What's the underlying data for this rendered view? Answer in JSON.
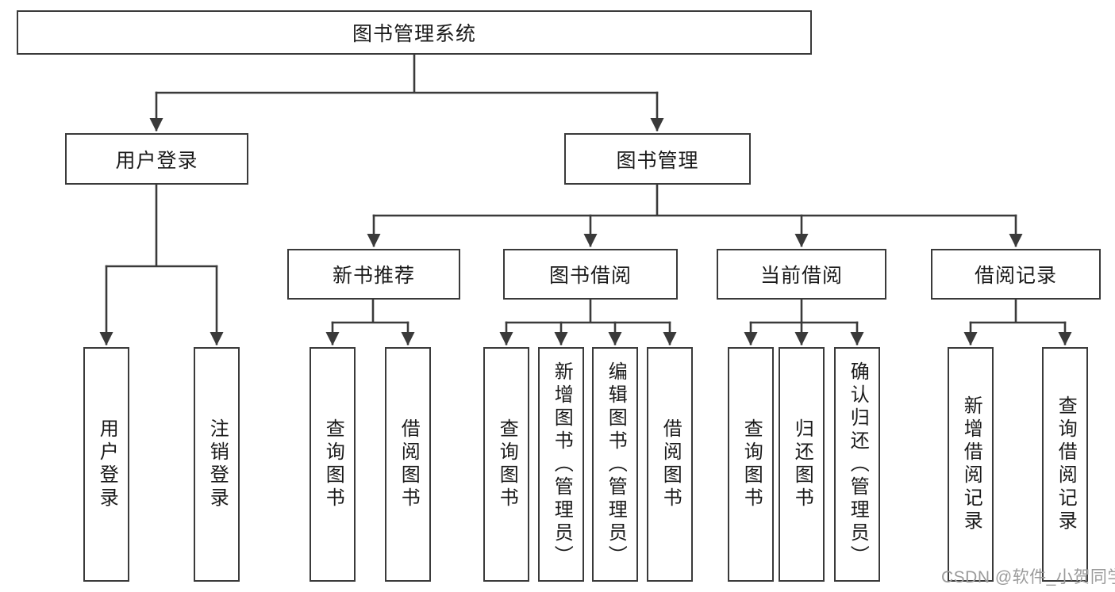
{
  "colors": {
    "line": "#3a3a3a",
    "text": "#1a1a1a",
    "watermark": "#9b9b9b",
    "background": "#ffffff"
  },
  "tree": {
    "label": "图书管理系统",
    "children": [
      {
        "label": "用户登录",
        "children": [
          {
            "label": "用户登录"
          },
          {
            "label": "注销登录"
          }
        ]
      },
      {
        "label": "图书管理",
        "children": [
          {
            "label": "新书推荐",
            "children": [
              {
                "label": "查询图书"
              },
              {
                "label": "借阅图书"
              }
            ]
          },
          {
            "label": "图书借阅",
            "children": [
              {
                "label": "查询图书"
              },
              {
                "label": "新增图书（管理员）"
              },
              {
                "label": "编辑图书（管理员）"
              },
              {
                "label": "借阅图书"
              }
            ]
          },
          {
            "label": "当前借阅",
            "children": [
              {
                "label": "查询图书"
              },
              {
                "label": "归还图书"
              },
              {
                "label": "确认归还（管理员）"
              }
            ]
          },
          {
            "label": "借阅记录",
            "children": [
              {
                "label": "新增借阅记录"
              },
              {
                "label": "查询借阅记录"
              }
            ]
          }
        ]
      }
    ]
  },
  "watermark": {
    "text": "CSDN @软件_小贺同学"
  }
}
